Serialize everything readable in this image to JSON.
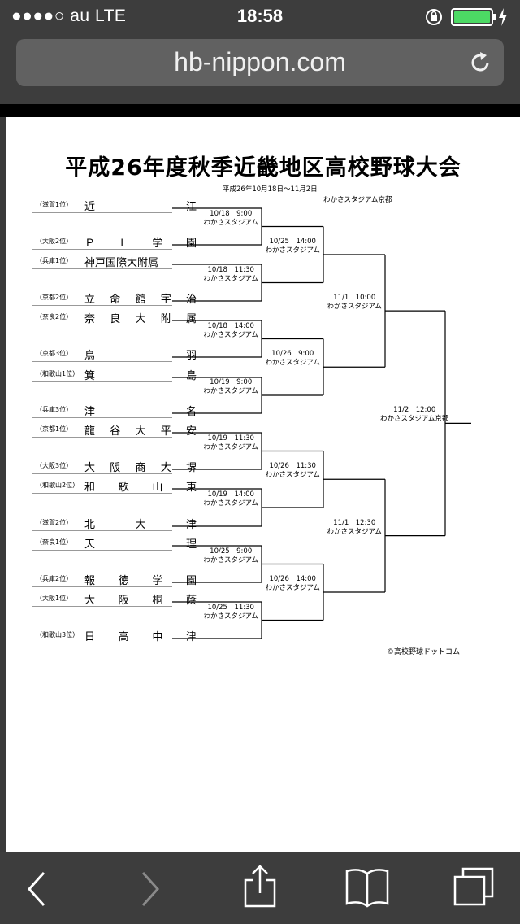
{
  "status": {
    "carrier": "●●●●○ au  LTE",
    "time": "18:58"
  },
  "browser": {
    "url": "hb-nippon.com"
  },
  "page": {
    "title": "平成26年度秋季近畿地区高校野球大会",
    "dates": "平成26年10月18日～11月2日",
    "venue": "わかさスタジアム京都",
    "copyright": "©高校野球ドットコム"
  },
  "teams": [
    {
      "seed": "（滋賀1位）",
      "name": [
        "近",
        "江"
      ]
    },
    {
      "seed": "（大阪2位）",
      "name": [
        "Ｐ",
        "Ｌ",
        "学",
        "園"
      ]
    },
    {
      "seed": "（兵庫1位）",
      "name": [
        "神戸国際大附属"
      ]
    },
    {
      "seed": "（京都2位）",
      "name": [
        "立",
        "命",
        "館",
        "宇",
        "治"
      ]
    },
    {
      "seed": "（奈良2位）",
      "name": [
        "奈",
        "良",
        "大",
        "附",
        "属"
      ]
    },
    {
      "seed": "（京都3位）",
      "name": [
        "鳥",
        "羽"
      ]
    },
    {
      "seed": "（和歌山1位）",
      "name": [
        "箕",
        "島"
      ]
    },
    {
      "seed": "（兵庫3位）",
      "name": [
        "津",
        "名"
      ]
    },
    {
      "seed": "（京都1位）",
      "name": [
        "龍",
        "谷",
        "大",
        "平",
        "安"
      ]
    },
    {
      "seed": "（大阪3位）",
      "name": [
        "大",
        "阪",
        "商",
        "大",
        "堺"
      ]
    },
    {
      "seed": "（和歌山2位）",
      "name": [
        "和",
        "歌",
        "山",
        "東"
      ]
    },
    {
      "seed": "（滋賀2位）",
      "name": [
        "北",
        "大",
        "津"
      ]
    },
    {
      "seed": "（奈良1位）",
      "name": [
        "天",
        "理"
      ]
    },
    {
      "seed": "（兵庫2位）",
      "name": [
        "報",
        "徳",
        "学",
        "園"
      ]
    },
    {
      "seed": "（大阪1位）",
      "name": [
        "大",
        "阪",
        "桐",
        "蔭"
      ]
    },
    {
      "seed": "（和歌山3位）",
      "name": [
        "日",
        "高",
        "中",
        "津"
      ]
    }
  ],
  "round1": [
    {
      "date": "10/18　9:00",
      "venue": "わかさスタジアム"
    },
    {
      "date": "10/18　11:30",
      "venue": "わかさスタジアム"
    },
    {
      "date": "10/18　14:00",
      "venue": "わかさスタジアム"
    },
    {
      "date": "10/19　9:00",
      "venue": "わかさスタジアム"
    },
    {
      "date": "10/19　11:30",
      "venue": "わかさスタジアム"
    },
    {
      "date": "10/19　14:00",
      "venue": "わかさスタジアム"
    },
    {
      "date": "10/25　9:00",
      "venue": "わかさスタジアム"
    },
    {
      "date": "10/25　11:30",
      "venue": "わかさスタジアム"
    }
  ],
  "quarterfinals": [
    {
      "date": "10/25　14:00",
      "venue": "わかさスタジアム"
    },
    {
      "date": "10/26　9:00",
      "venue": "わかさスタジアム"
    },
    {
      "date": "10/26　11:30",
      "venue": "わかさスタジアム"
    },
    {
      "date": "10/26　14:00",
      "venue": "わかさスタジアム"
    }
  ],
  "semifinals": [
    {
      "date": "11/1　10:00",
      "venue": "わかさスタジアム"
    },
    {
      "date": "11/1　12:30",
      "venue": "わかさスタジアム"
    }
  ],
  "final": {
    "date": "11/2　12:00",
    "venue": "わかさスタジアム京都"
  }
}
